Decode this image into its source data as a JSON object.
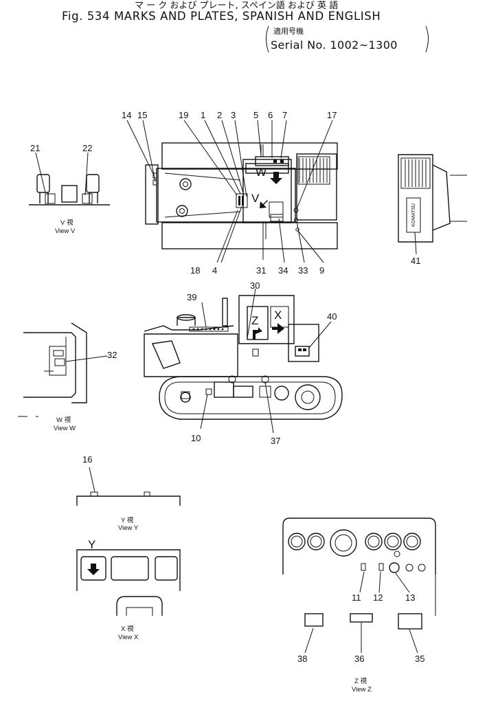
{
  "header": {
    "japanese_title": "マ ー ク および プレート, スペイン語 および 英 語",
    "figure_title": "Fig. 534 MARKS AND PLATES, SPANISH AND ENGLISH",
    "applicable_jp": "適用号機",
    "serial": "Serial No. 1002~1300"
  },
  "callouts": {
    "c1": "1",
    "c2": "2",
    "c3": "3",
    "c4": "4",
    "c5": "5",
    "c6": "6",
    "c7": "7",
    "c9": "9",
    "c10": "10",
    "c11": "11",
    "c12": "12",
    "c13": "13",
    "c14": "14",
    "c15": "15",
    "c16": "16",
    "c17": "17",
    "c18": "18",
    "c19": "19",
    "c21": "21",
    "c22": "22",
    "c30": "30",
    "c31": "31",
    "c32": "32",
    "c33": "33",
    "c34": "34",
    "c35": "35",
    "c36": "36",
    "c37": "37",
    "c38": "38",
    "c39": "39",
    "c40": "40",
    "c41": "41"
  },
  "view_letters": {
    "w": "W",
    "v": "V",
    "z": "Z",
    "x": "X",
    "y": "Y"
  },
  "view_captions": {
    "v_jp": "V 視",
    "v_en": "View V",
    "w_jp": "W 視",
    "w_en": "View W",
    "y_jp": "Y 視",
    "y_en": "View Y",
    "x_jp": "X 視",
    "x_en": "View X",
    "z_jp": "Z 視",
    "z_en": "View Z"
  },
  "plate_41_text": "KOMATSU"
}
